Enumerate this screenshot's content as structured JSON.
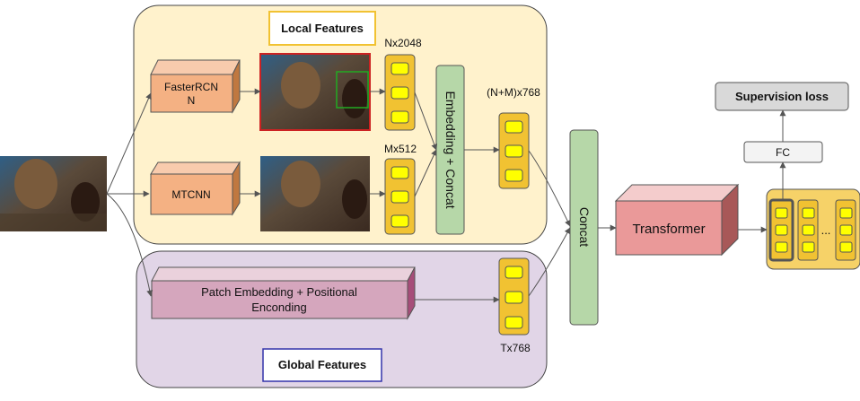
{
  "regions": {
    "local_title": "Local Features",
    "global_title": "Global Features"
  },
  "nodes": {
    "fasterrcnn_line1": "FasterRCN",
    "fasterrcnn_line2": "N",
    "mtcnn": "MTCNN",
    "patch_line1": "Patch Embedding + Positional",
    "patch_line2": "Enconding",
    "embed_concat": "Embedding + Concat",
    "concat": "Concat",
    "transformer": "Transformer",
    "fc": "FC",
    "supervision": "Supervision loss",
    "ellipsis": "..."
  },
  "dims": {
    "local_obj": "Nx2048",
    "local_face": "Mx512",
    "local_combined": "(N+M)x768",
    "global": "Tx768"
  },
  "colors": {
    "local_bg": "#fff2cc",
    "global_bg": "#e1d5e7",
    "orange_box": "#f4b183",
    "pink_box": "#d5a6bd",
    "green_box": "#b6d7a8",
    "red_box": "#ea9999",
    "token_outer": "#f1c232",
    "token_inner": "#ffff00",
    "gray_box": "#d9d9d9"
  }
}
